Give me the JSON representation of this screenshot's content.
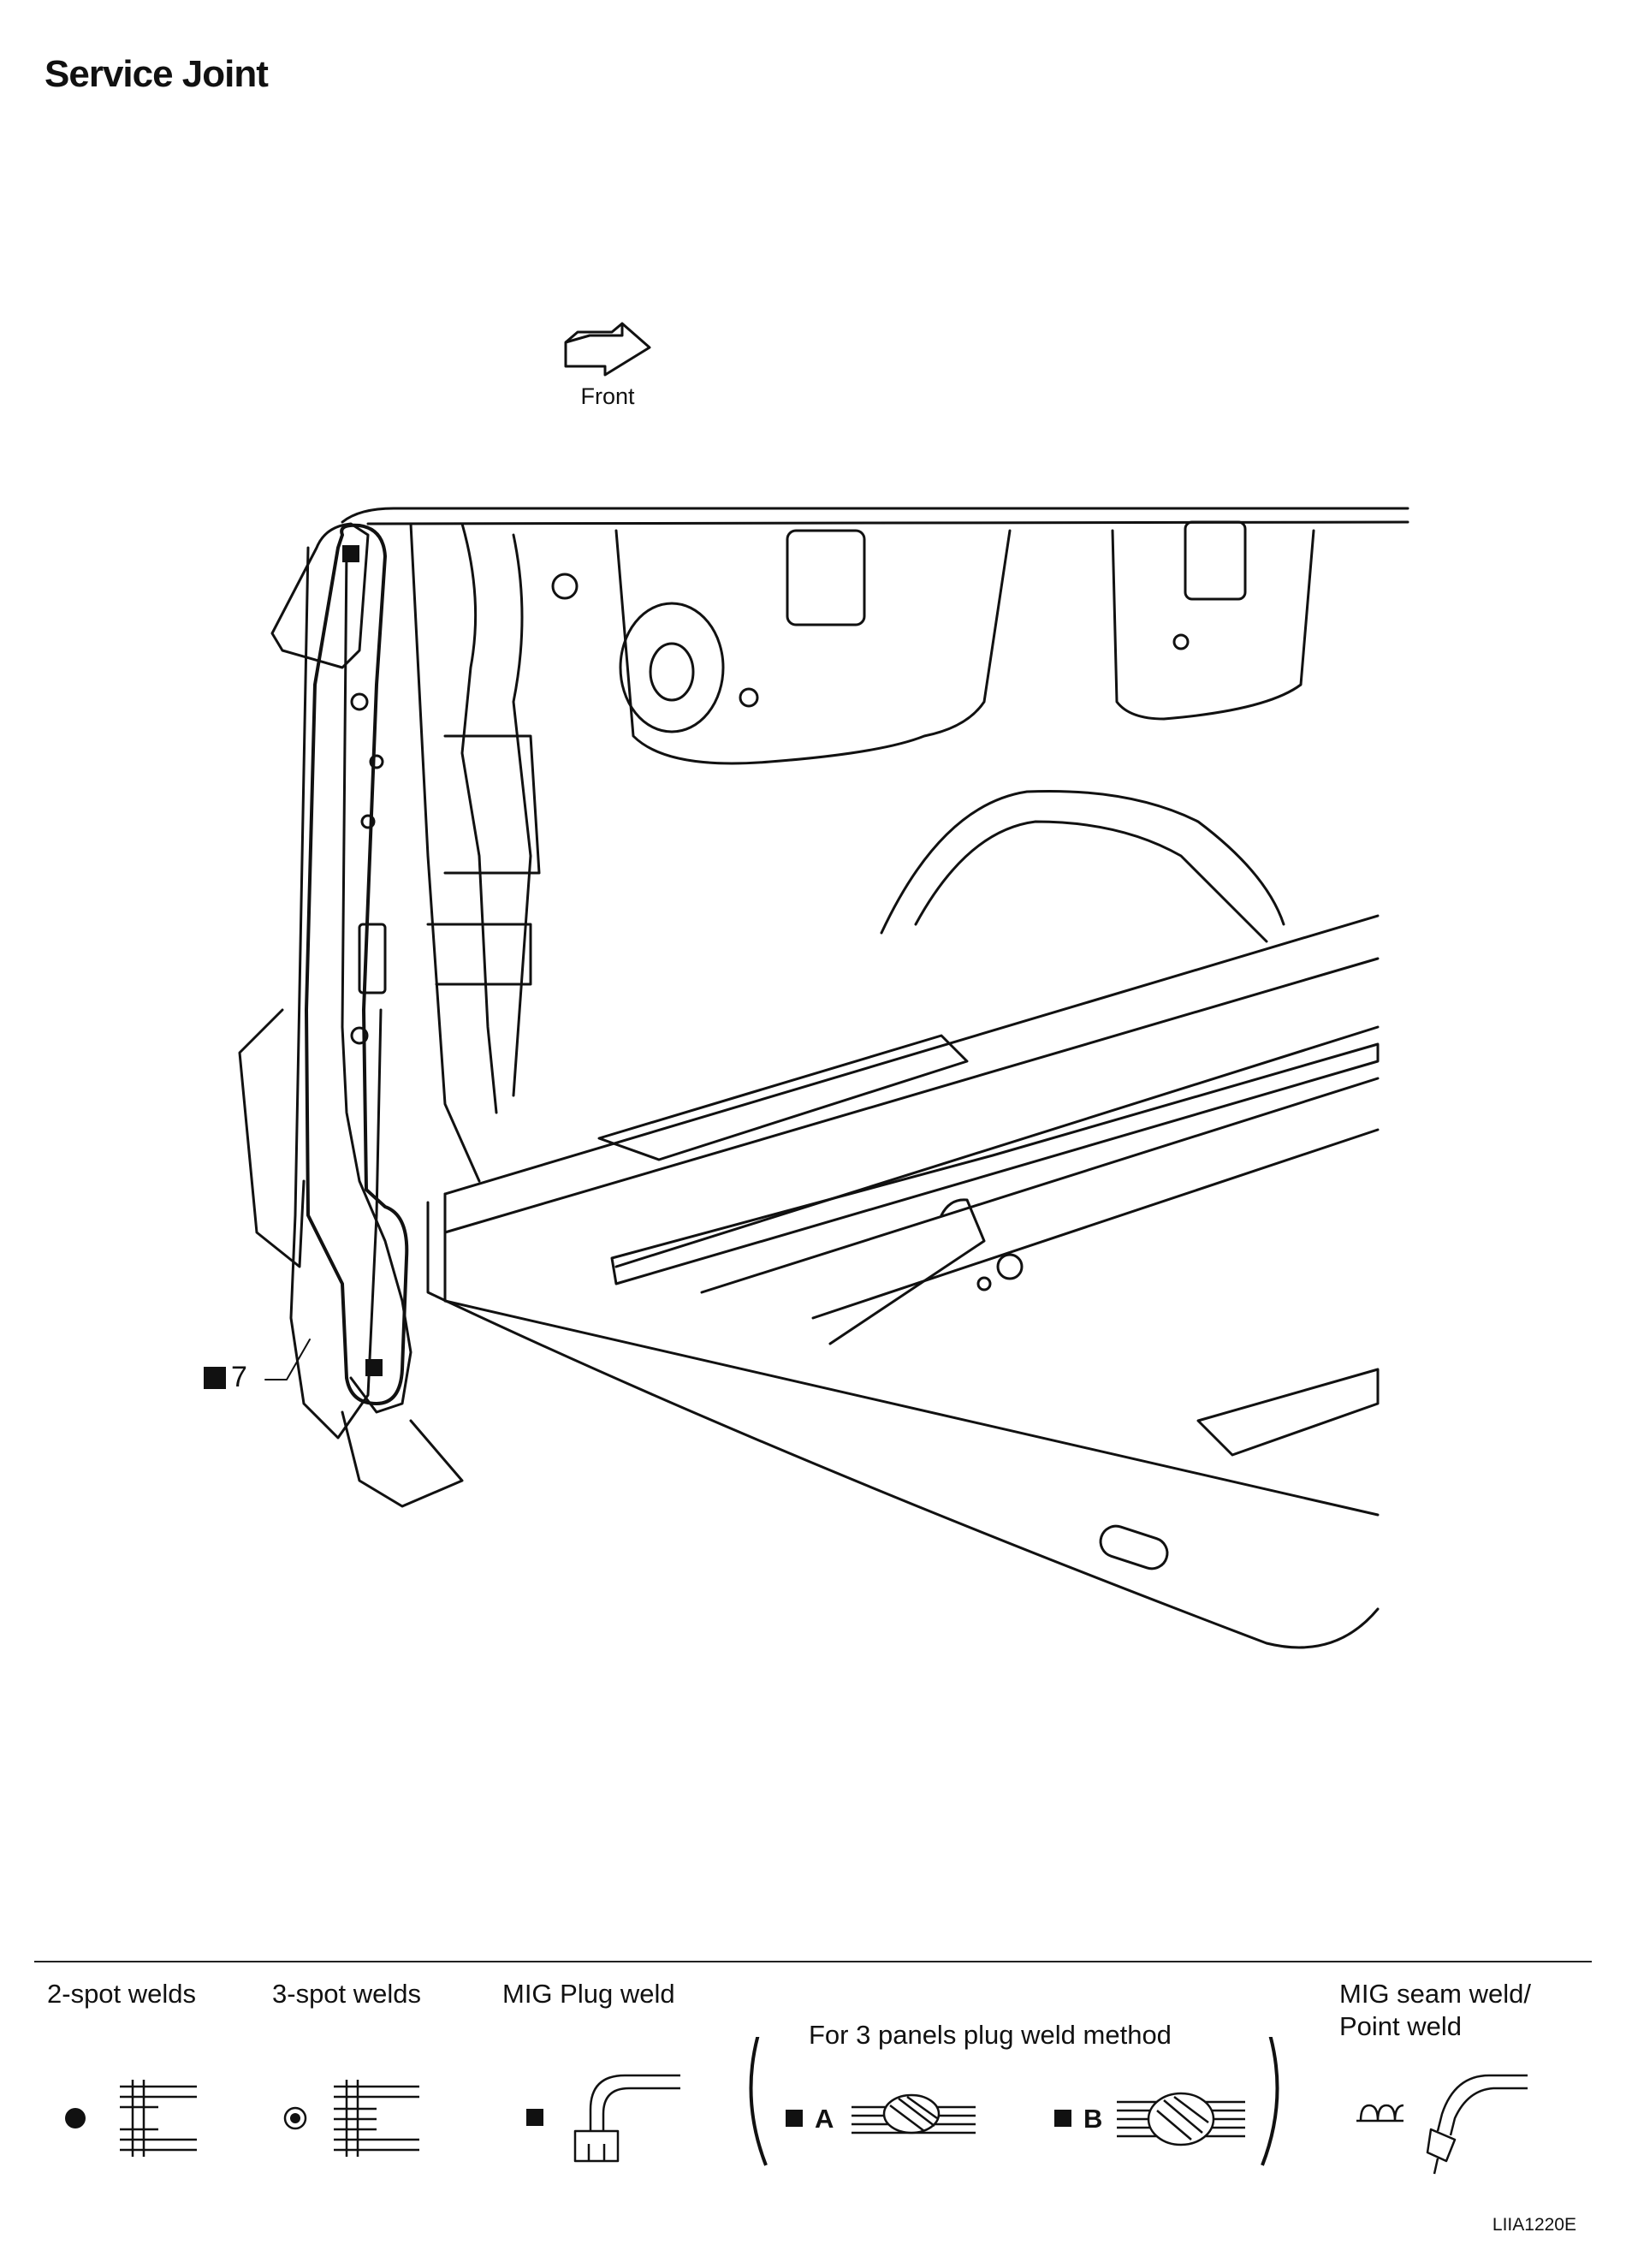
{
  "title": "Service Joint",
  "front_label": "Front",
  "callout": {
    "number": "7",
    "symbol": "mig-plug-weld"
  },
  "legend": {
    "two_spot": "2-spot welds",
    "three_spot": "3-spot welds",
    "mig_plug": "MIG Plug weld",
    "three_panel": "For 3 panels plug weld method",
    "method_a": "A",
    "method_b": "B",
    "mig_seam_line1": "MIG seam weld/",
    "mig_seam_line2": "Point weld"
  },
  "reference_code": "LIIA1220E",
  "colors": {
    "ink": "#111111",
    "background": "#ffffff"
  }
}
